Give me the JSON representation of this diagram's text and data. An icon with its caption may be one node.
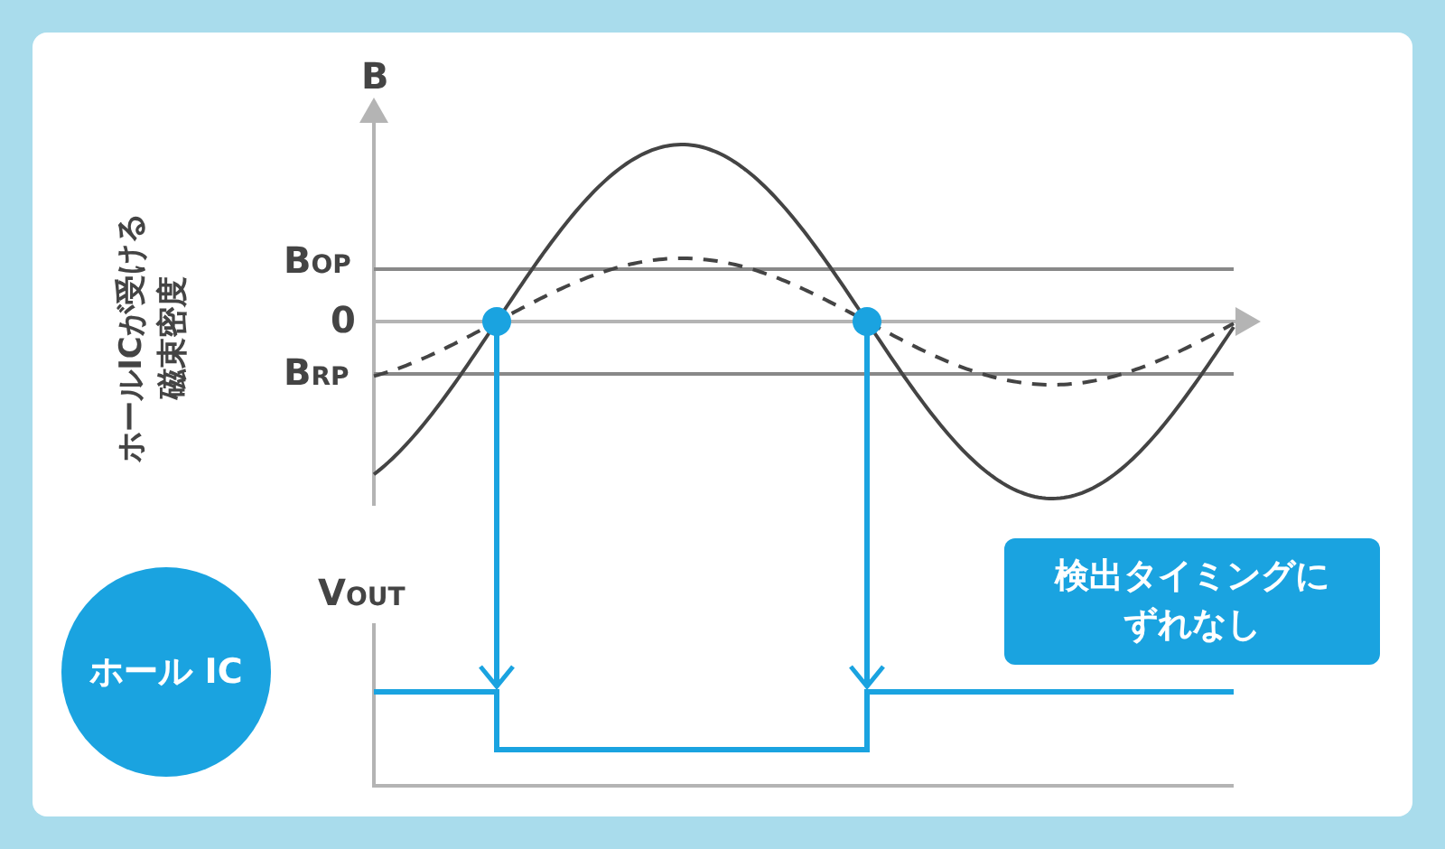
{
  "diagram": {
    "nodes": [
      {
        "text": [
          "ホール IC"
        ]
      },
      {
        "text": [
          "検出タイミングにずれなし"
        ]
      }
    ],
    "labels": [
      "B",
      "ホールICが受ける磁束密度",
      "B$_{OP}$",
      "0",
      "B$_{RP}$",
      "V$_{OUT}$"
    ]
  }
}
